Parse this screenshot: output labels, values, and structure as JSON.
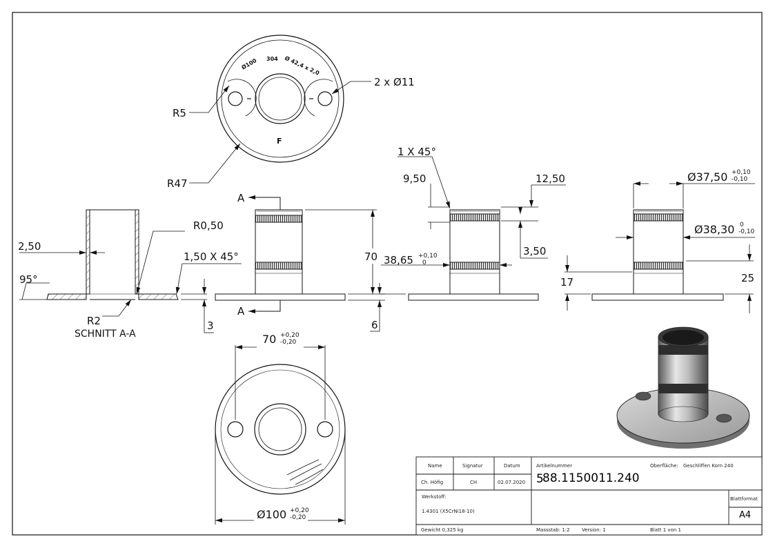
{
  "dimensions": {
    "r5": "R5",
    "r47": "R47",
    "holes": "2 x Ø11",
    "r050": "R0,50",
    "wall": "2,50",
    "chamfer_base": "1,50 X 45°",
    "angle": "95°",
    "r2": "R2",
    "section": "SCHNITT A-A",
    "base_t3": "3",
    "section_mark": "A",
    "height": "70",
    "base_t6": "6",
    "chamfer_top": "1 X 45°",
    "d950": "9,50",
    "d1250": "12,50",
    "d350": "3,50",
    "d3865": "38,65",
    "tol_3865_up": "+0,10",
    "tol_3865_dn": "0",
    "d3750": "Ø37,50",
    "tol_3750_up": "+0,10",
    "tol_3750_dn": "-0,10",
    "d3830": "Ø38,30",
    "tol_3830_up": "0",
    "tol_3830_dn": "-0,10",
    "d17": "17",
    "d25": "25",
    "d70": "70",
    "tol_70_up": "+0,20",
    "tol_70_dn": "-0,20",
    "d100": "Ø100",
    "tol_100_up": "+0,20",
    "tol_100_dn": "-0,20",
    "engr1": "Ø100",
    "engr2": "304",
    "engr3": "Ø 42,4 x 2,0",
    "engr4": "F"
  },
  "title_block": {
    "name_label": "Name",
    "signatur_label": "Signatur",
    "datum_label": "Datum",
    "name": "Ch. Höfig",
    "signatur": "CH",
    "datum": "02.07.2020",
    "artikel_label": "Artikelnummer",
    "artikel_prefix": "5",
    "artikel": "88.1150011.240",
    "oberflaeche_label": "Oberfläche:",
    "oberflaeche": "Geschliffen Korn 240",
    "werkstoff_label": "Werkstoff:",
    "werkstoff": "1.4301 (X5CrNi18-10)",
    "blattformat_label": "Blattformat",
    "blattformat": "A4",
    "gewicht": "Gewicht 0,325 kg",
    "massstab": "Massstab: 1:2",
    "version": "Version: 1",
    "blatt": "Blatt 1 von 1"
  },
  "colors": {
    "line": "#111111",
    "hatch": "#333333",
    "knurl": "#444444"
  }
}
